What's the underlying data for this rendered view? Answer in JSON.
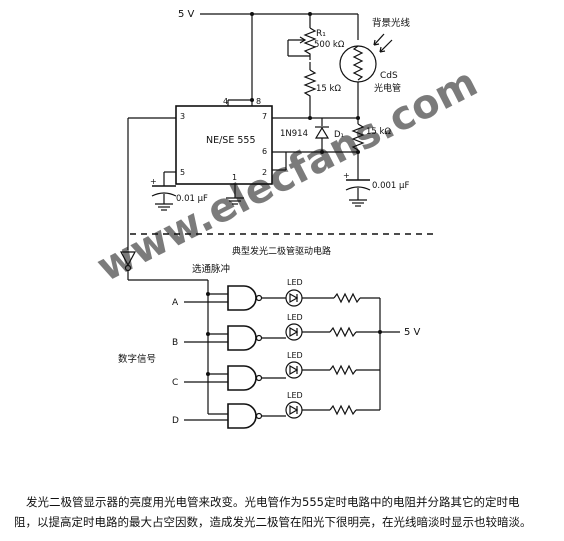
{
  "watermark": "www.elecfans.com",
  "labels": {
    "supply_top": "5 V",
    "r1_name": "R₁",
    "r1_value": "500 kΩ",
    "r2_value": "15 kΩ",
    "r3_value": "15 kΩ",
    "light_label": "背景光线",
    "cds_name": "CdS",
    "cds_desc": "光电管",
    "ic_name": "NE/SE 555",
    "diode_part": "1N914",
    "diode_ref": "D₁",
    "cap_timing": "0.001 µF",
    "cap_ctrl": "0.01 µF",
    "pin_4": "4",
    "pin_8": "8",
    "pin_3": "3",
    "pin_7": "7",
    "pin_6": "6",
    "pin_5": "5",
    "pin_1": "1",
    "pin_2": "2",
    "driver_title": "典型发光二极管驱动电路",
    "gate_pulse": "选通脉冲",
    "digital_signal": "数字信号",
    "inputs": [
      "A",
      "B",
      "C",
      "D"
    ],
    "led": "LED",
    "supply_right": "5 V"
  },
  "caption": {
    "line1": "发光二极管显示器的亮度用光电管来改变。光电管作为555定时电路中的电阻并分路其它的定时电",
    "line2": "阻，以提高定时电路的最大占空因数，造成发光二极管在阳光下很明亮，在光线暗淡时显示也较暗淡。"
  }
}
